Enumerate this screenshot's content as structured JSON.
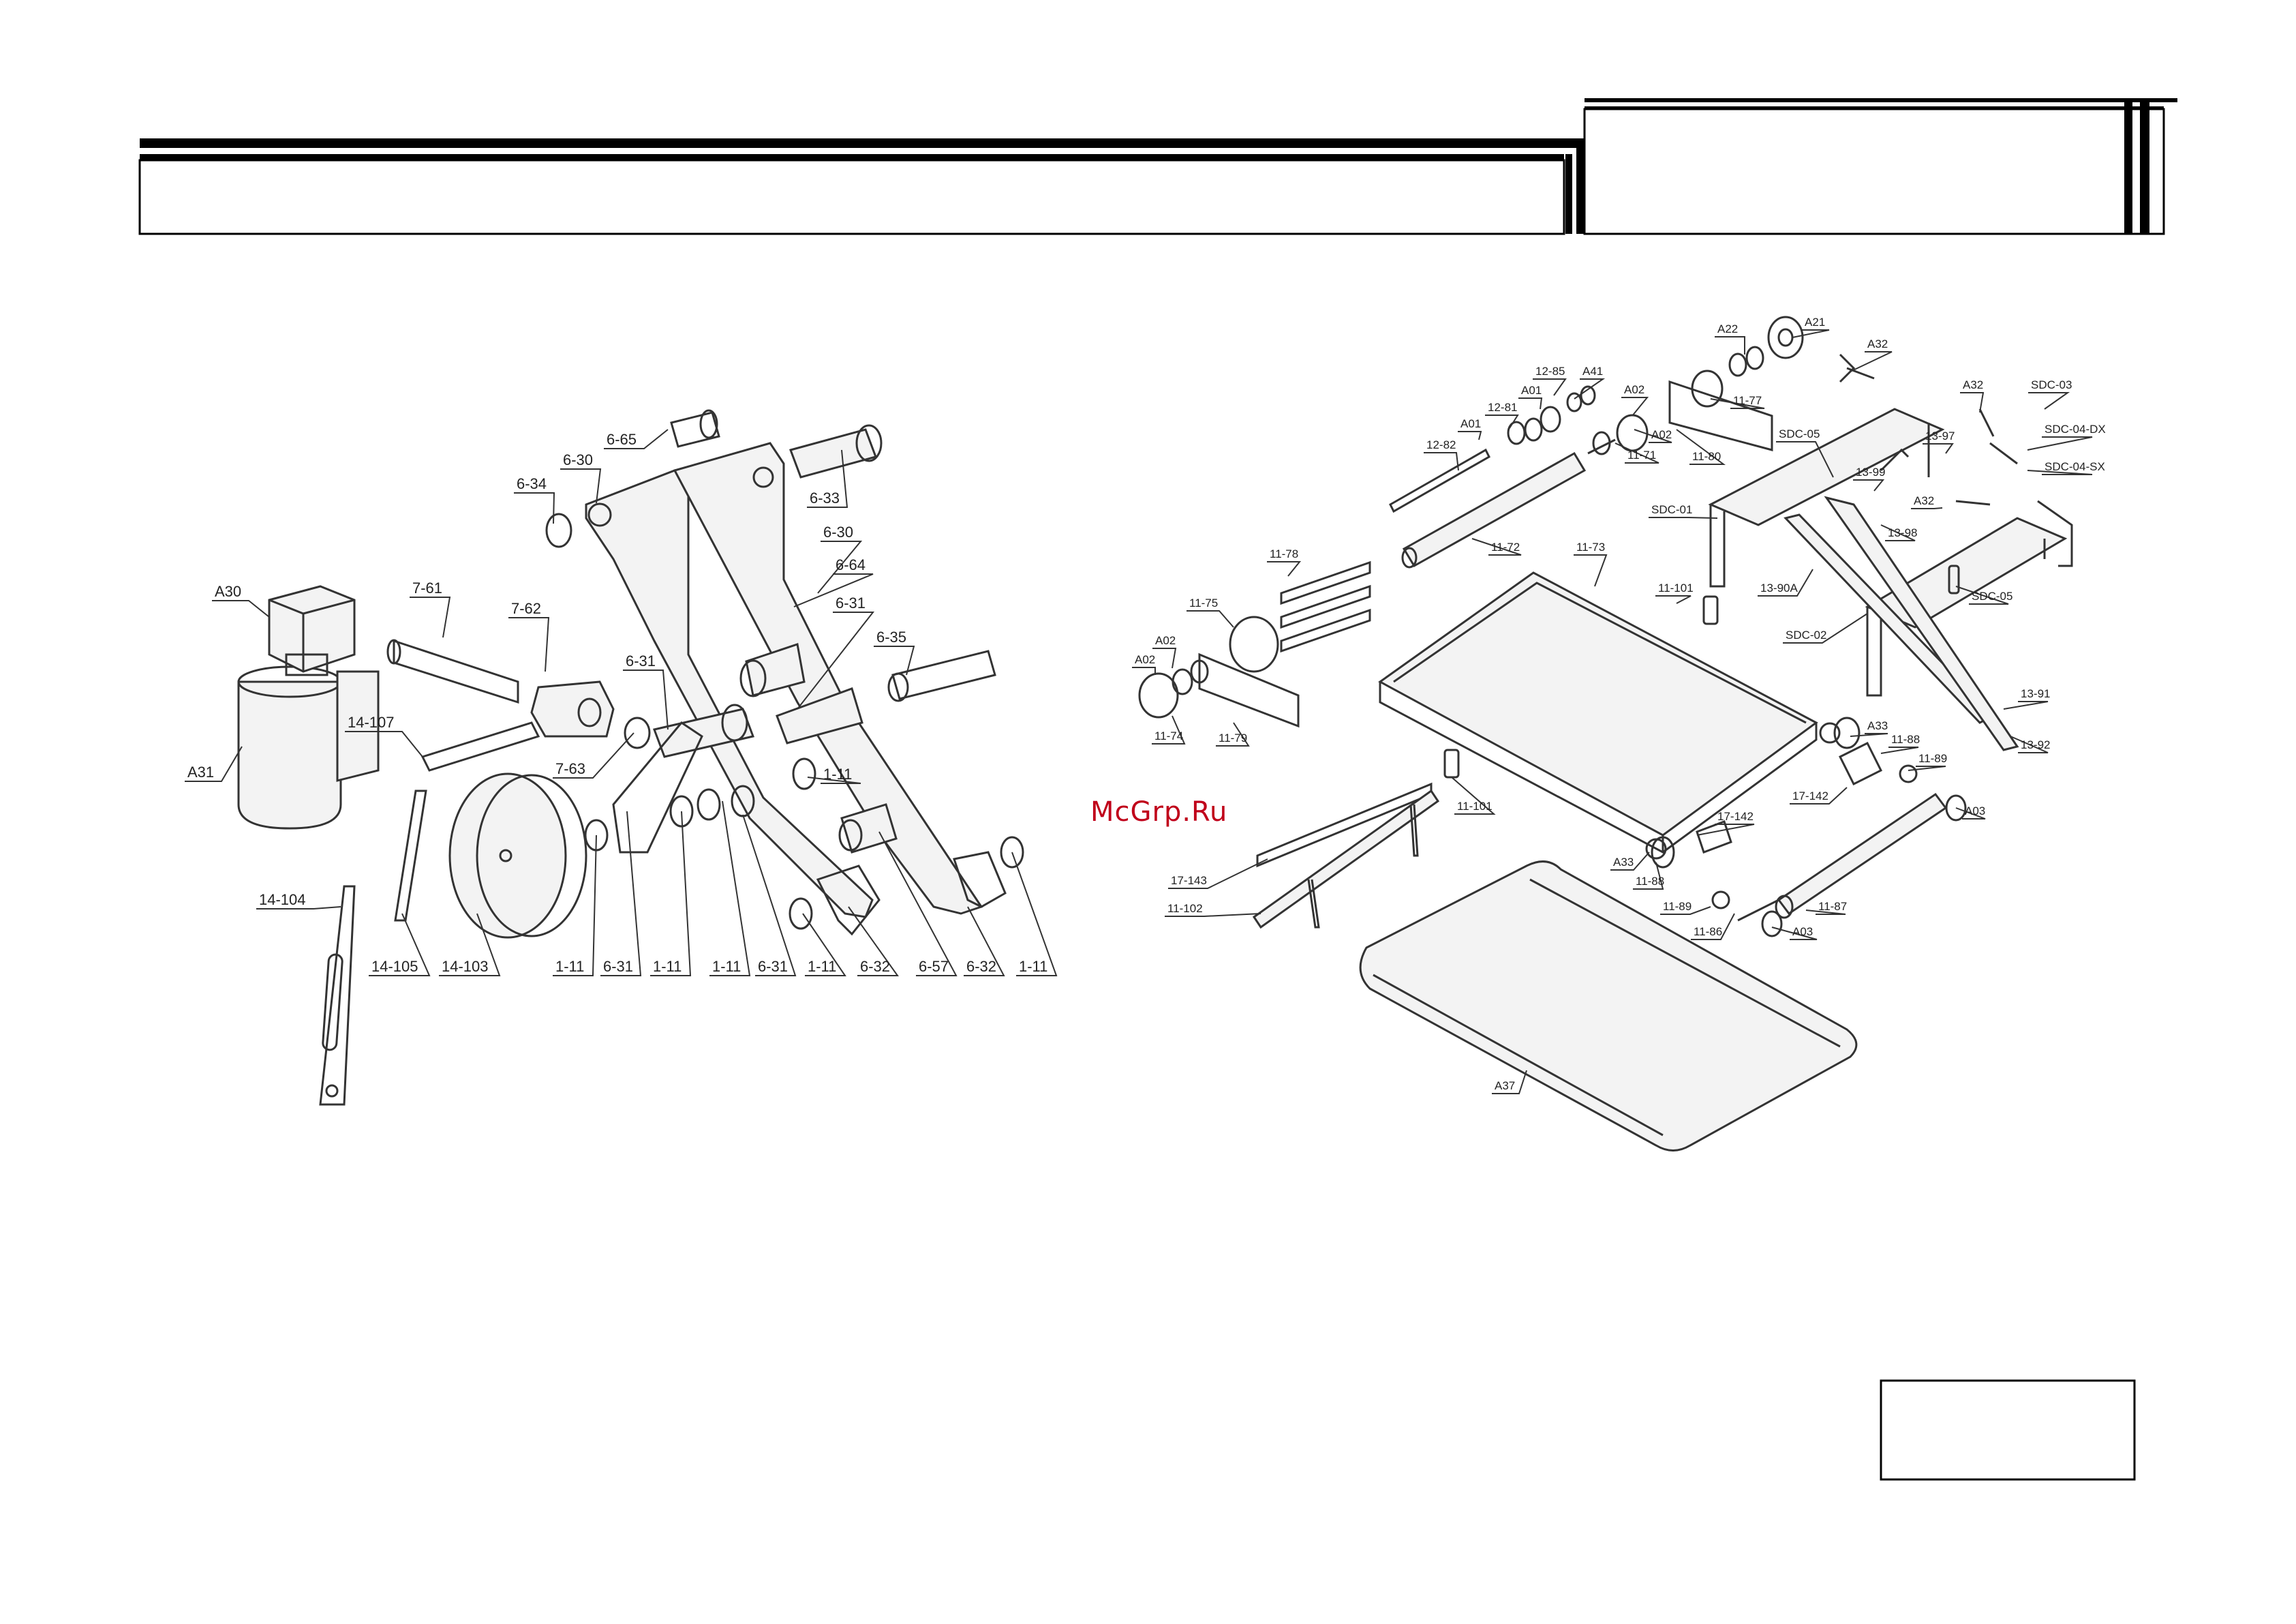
{
  "watermark": "McGrp.Ru",
  "left_assembly": {
    "labels": [
      "A30",
      "A31",
      "7-61",
      "7-62",
      "7-63",
      "14-107",
      "14-104",
      "14-105",
      "14-103",
      "6-65",
      "6-34",
      "6-30",
      "6-33",
      "6-30",
      "6-64",
      "6-31",
      "6-35",
      "6-31",
      "1-11",
      "1-11",
      "6-31",
      "1-11",
      "1-11",
      "6-31",
      "1-11",
      "6-32",
      "6-57",
      "6-32",
      "1-11"
    ]
  },
  "right_assembly": {
    "labels": [
      "A22",
      "A21",
      "A32",
      "12-85",
      "A41",
      "A01",
      "A02",
      "12-81",
      "A01",
      "12-82",
      "11-77",
      "11-71",
      "A02",
      "11-80",
      "SDC-05",
      "A32",
      "SDC-03",
      "13-97",
      "SDC-04-DX",
      "SDC-04-SX",
      "13-99",
      "13-98",
      "A32",
      "SDC-01",
      "11-72",
      "11-73",
      "11-78",
      "11-101",
      "13-90A",
      "SDC-05",
      "11-75",
      "SDC-02",
      "A02",
      "A02",
      "11-74",
      "11-79",
      "13-91",
      "13-92",
      "A33",
      "11-88",
      "11-89",
      "17-142",
      "11-101",
      "A03",
      "17-142",
      "A33",
      "17-143",
      "11-88",
      "11-102",
      "11-89",
      "11-87",
      "11-86",
      "A03",
      "A37"
    ]
  }
}
